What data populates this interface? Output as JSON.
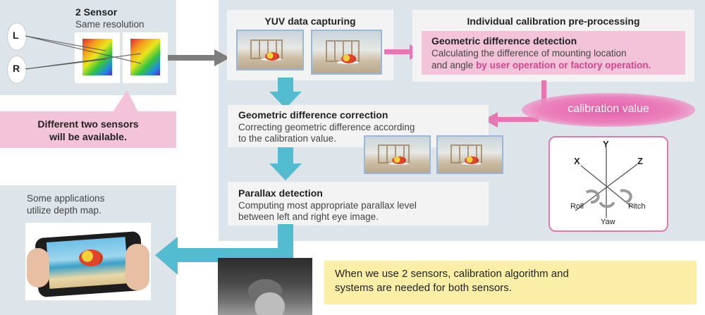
{
  "sensor": {
    "title": "2 Sensor",
    "subtitle": "Same resolution",
    "left_label": "L",
    "right_label": "R",
    "note": "Different two sensors\nwill be available."
  },
  "yuv": {
    "title": "YUV data capturing"
  },
  "calib_pre": {
    "title": "Individual calibration pre-processing",
    "geo_detect_title": "Geometric difference detection",
    "geo_detect_text": "Calculating the difference of mounting location",
    "geo_detect_text2": "and angle ",
    "geo_detect_highlight": "by user operation or factory operation."
  },
  "calibration_value": "calibration value",
  "correction": {
    "title": "Geometric difference correction",
    "line1": "Correcting geometric difference  according",
    "line2": "to the calibration value."
  },
  "parallax": {
    "title": "Parallax detection",
    "line1": "Computing most appropriate parallax level",
    "line2": "between left and right eye image."
  },
  "axes": {
    "x": "X",
    "y": "Y",
    "z": "Z",
    "roll": "Roll",
    "pitch": "Pitch",
    "yaw": "Yaw"
  },
  "apps": {
    "line1": "Some applications",
    "line2": "utilize depth map."
  },
  "note": {
    "line1": "When we use 2 sensors, calibration algorithm and",
    "line2": "systems are needed for both sensors."
  },
  "colors": {
    "panel": "#dde4ea",
    "arrow": "#54bcd0",
    "pink": "#e777b3",
    "note": "#fbeea6"
  }
}
